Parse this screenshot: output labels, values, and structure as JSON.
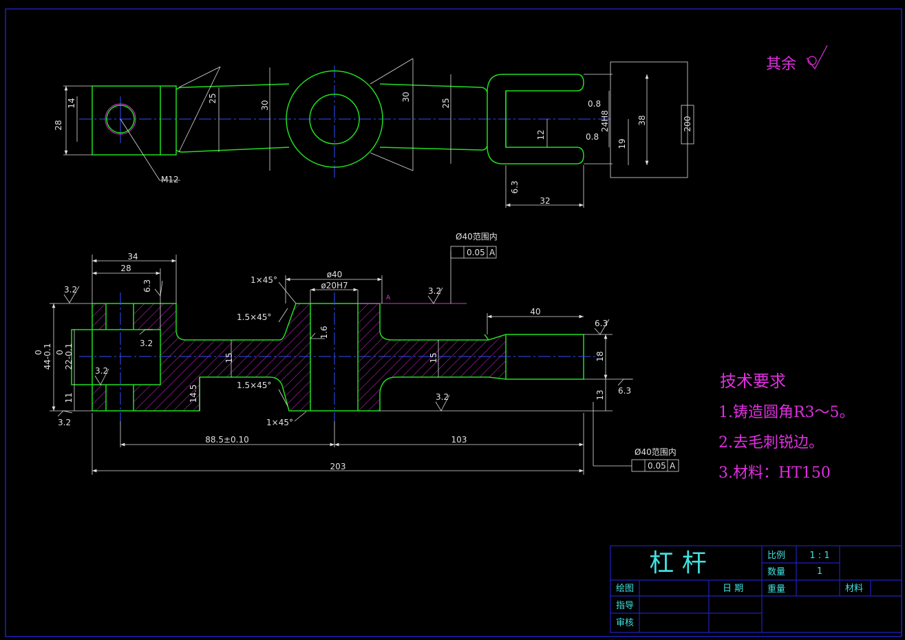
{
  "drawing": {
    "roughness_rest": "其余",
    "top_view": {
      "dim_28": "28",
      "dim_14": "14",
      "dim_25a": "25",
      "dim_30a": "30",
      "dim_30b": "30",
      "dim_25b": "25",
      "dim_0_8a": "0.8",
      "dim_24H8": "24H8",
      "dim_0_8b": "0.8",
      "dim_12": "12",
      "dim_19": "19",
      "dim_38": "38",
      "dim_200": "200",
      "dim_32": "32",
      "dim_m12": "M12",
      "dim_6_3": "6.3"
    },
    "front_view": {
      "dim_34": "34",
      "dim_28": "28",
      "ra_3_2_a": "3.2",
      "ra_6_3_a": "6.3",
      "chamfer_1x45_a": "1×45°",
      "chamfer_1_5x45_a": "1.5×45°",
      "dim_d40": "ø40",
      "dim_d20H7": "ø20H7",
      "tol_note_a": "Ø40范围内",
      "tol_value": "0.05",
      "tol_datum": "A",
      "ra_3_2_b": "3.2",
      "dim_40": "40",
      "ra_6_3_b": "6.3",
      "ra_3_2_c": "3.2",
      "ra_1_6": "1.6",
      "dim_15a": "15",
      "dim_15b": "15",
      "dim_18": "18",
      "dim_13": "13",
      "ra_6_3_c": "6.3",
      "dim_44": "44-0.1",
      "dim_44_top": "0",
      "dim_22": "22-0.1",
      "dim_22_top": "0",
      "dim_11": "11",
      "ra_3_2_d": "3.2",
      "dim_14_5": "14.5",
      "chamfer_1_5x45_b": "1.5×45°",
      "chamfer_1x45_b": "1×45°",
      "ra_3_2_e": "3.2",
      "ra_3_2_f": "3.2",
      "dim_88_5": "88.5±0.10",
      "dim_103": "103",
      "dim_203": "203",
      "tol_note_b": "Ø40范围内",
      "datum_mark": "A"
    },
    "tech_requirements": {
      "heading": "技术要求",
      "items": [
        "1.铸造圆角R3～5。",
        "2.去毛刺锐边。",
        "3.材料：HT150"
      ]
    }
  },
  "title_block": {
    "part_name": "杠  杆",
    "scale_label": "比例",
    "scale_value": "1 : 1",
    "qty_label": "数量",
    "qty_value": "1",
    "weight_label": "重量",
    "material_label": "材料",
    "drawn_label": "绘图",
    "date_label": "日  期",
    "guide_label": "指导",
    "review_label": "审核"
  },
  "colors": {
    "outline": "#20e020",
    "dimension": "#e0e0e0",
    "center": "#3050ff",
    "hatch": "#c020c0",
    "text_magenta": "#e030e0",
    "frame": "#2020c0",
    "title_text": "#40e0e0"
  }
}
